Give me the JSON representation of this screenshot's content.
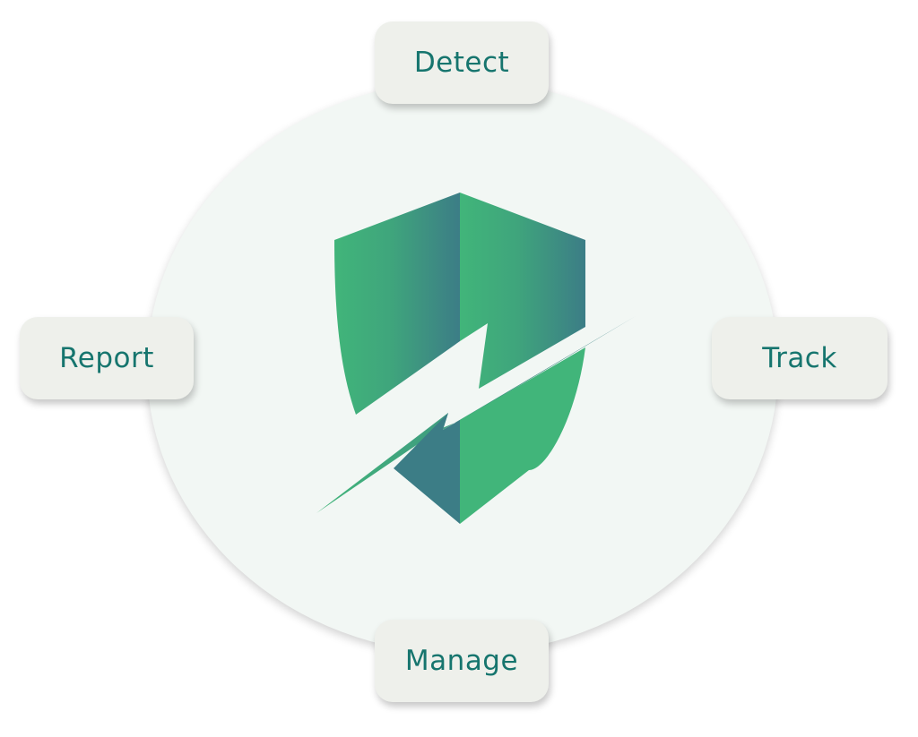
{
  "diagram": {
    "center": {
      "icon": "shield-lightning-icon",
      "colors": {
        "green": "#41b57a",
        "teal": "#3c7d86",
        "background": "#f2f7f4"
      }
    },
    "nodes": {
      "top": "Detect",
      "left": "Report",
      "right": "Track",
      "bottom": "Manage"
    },
    "node_style": {
      "text_color": "#16756e",
      "fill": "#eef0eb"
    }
  }
}
